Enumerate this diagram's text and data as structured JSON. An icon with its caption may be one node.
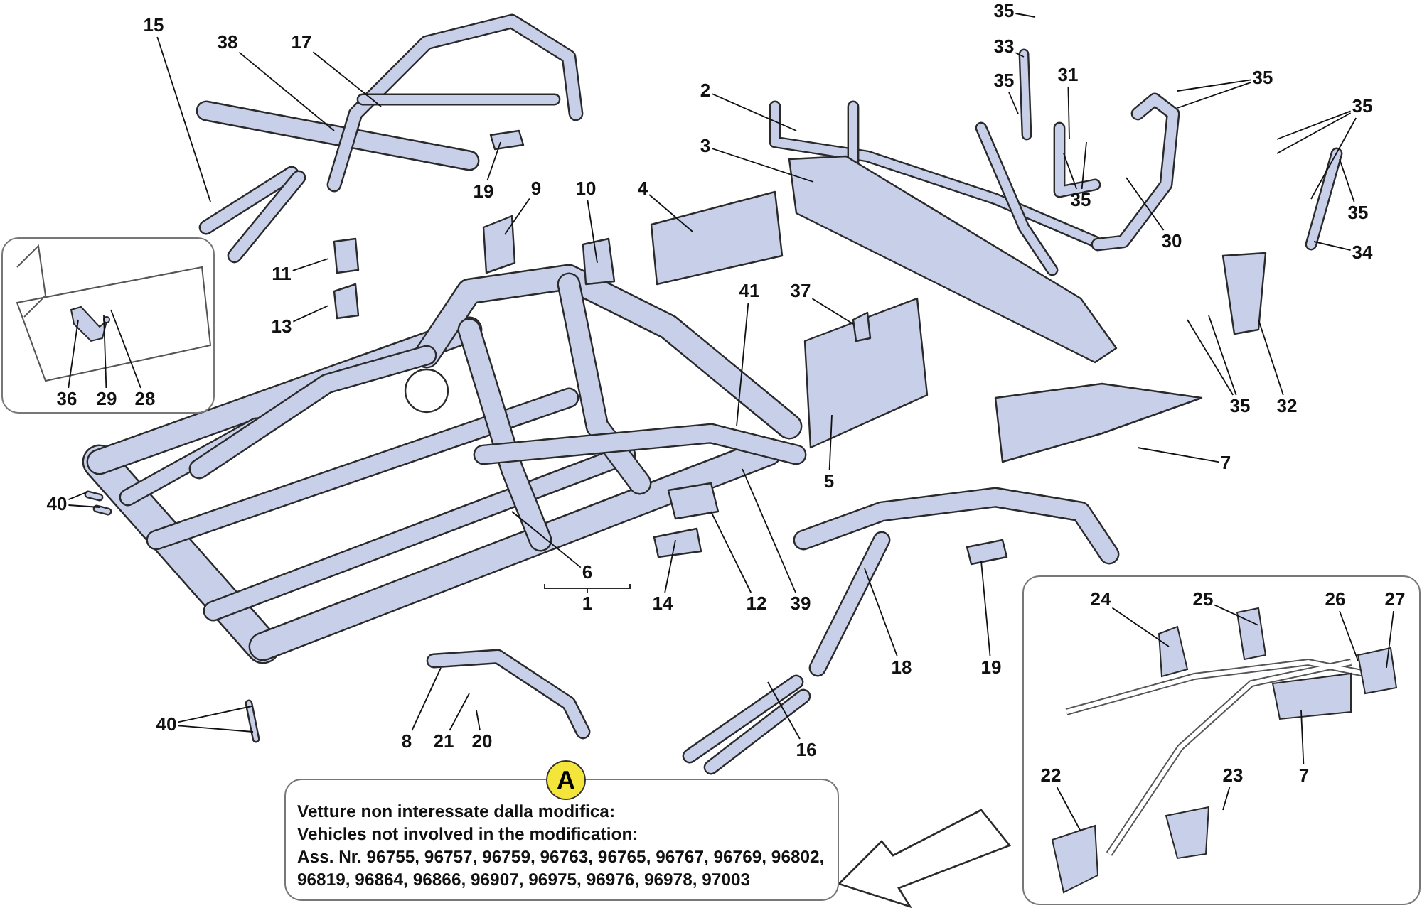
{
  "diagram": {
    "nodes": [
      {
        "text": [],
        "shape": "box"
      },
      {
        "text": [
          "36"
        ],
        "in": 0
      },
      {
        "text": [
          "29"
        ],
        "in": 0
      },
      {
        "text": [
          "28"
        ],
        "in": 0
      },
      {
        "text": [
          "15"
        ]
      },
      {
        "text": [
          "38"
        ]
      },
      {
        "text": [
          "17"
        ]
      },
      {
        "text": [
          "19"
        ]
      },
      {
        "text": [
          "9"
        ]
      },
      {
        "text": [
          "10"
        ]
      },
      {
        "text": [
          "11"
        ]
      },
      {
        "text": [
          "13"
        ]
      },
      {
        "text": [
          "4"
        ]
      },
      {
        "text": [
          "2"
        ]
      },
      {
        "text": [
          "3"
        ]
      },
      {
        "text": [
          "35"
        ]
      },
      {
        "text": [
          "33"
        ]
      },
      {
        "text": [
          "35"
        ]
      },
      {
        "text": [
          "31"
        ]
      },
      {
        "text": [
          "35"
        ]
      },
      {
        "text": [
          "35"
        ]
      },
      {
        "text": [
          "35"
        ]
      },
      {
        "text": [
          "30"
        ]
      },
      {
        "text": [
          "35"
        ]
      },
      {
        "text": [
          "34"
        ]
      },
      {
        "text": [
          "35"
        ]
      },
      {
        "text": [
          "32"
        ]
      },
      {
        "text": [
          "37"
        ]
      },
      {
        "text": [
          "41"
        ]
      },
      {
        "text": [
          "5"
        ]
      },
      {
        "text": [
          "7"
        ]
      },
      {
        "text": [
          "40"
        ]
      },
      {
        "text": [
          "6"
        ]
      },
      {
        "text": [
          "14"
        ]
      },
      {
        "text": [
          "12"
        ]
      },
      {
        "text": [
          "39"
        ]
      },
      {
        "text": [
          "18"
        ]
      },
      {
        "text": [
          "19"
        ]
      },
      {
        "text": [
          "16"
        ]
      },
      {
        "text": [
          "8"
        ]
      },
      {
        "text": [
          "21"
        ]
      },
      {
        "text": [
          "20"
        ]
      },
      {
        "text": [
          "40"
        ]
      },
      {
        "text": [],
        "shape": "box"
      },
      {
        "text": [
          "24"
        ],
        "in": 43
      },
      {
        "text": [
          "25"
        ],
        "in": 43
      },
      {
        "text": [
          "26"
        ],
        "in": 43
      },
      {
        "text": [
          "27"
        ],
        "in": 43
      },
      {
        "text": [
          "7"
        ],
        "in": 43
      },
      {
        "text": [
          "22"
        ],
        "in": 43
      },
      {
        "text": [
          "23"
        ],
        "in": 43
      },
      {
        "text": [
          "Vetture non interessate dalla modifica:",
          "Vehicles not involved in the modification:",
          "Ass. Nr. 96755, 96757, 96759, 96763, 96765, 96767, 96769, 96802, 96819, 96864, 96866, 96907, 96975, 96976, 96978, 97003"
        ]
      },
      {
        "text": [
          "A"
        ]
      }
    ],
    "edges": [
      {
        "from": 1,
        "to": null,
        "arrow": "none"
      },
      {
        "from": 2,
        "to": null,
        "arrow": "none"
      },
      {
        "from": 3,
        "to": null,
        "arrow": "none"
      },
      {
        "from": 4,
        "to": null,
        "arrow": "none"
      },
      {
        "from": 5,
        "to": null,
        "arrow": "none"
      },
      {
        "from": 6,
        "to": null,
        "arrow": "none"
      },
      {
        "from": 7,
        "to": null,
        "arrow": "none"
      },
      {
        "from": 8,
        "to": null,
        "arrow": "none"
      },
      {
        "from": 9,
        "to": null,
        "arrow": "none"
      },
      {
        "from": 10,
        "to": null,
        "arrow": "none"
      },
      {
        "from": 11,
        "to": null,
        "arrow": "none"
      },
      {
        "from": 12,
        "to": null,
        "arrow": "none"
      },
      {
        "from": 13,
        "to": null,
        "arrow": "none"
      },
      {
        "from": 14,
        "to": null,
        "arrow": "none"
      },
      {
        "from": 15,
        "to": null,
        "arrow": "none"
      },
      {
        "from": 16,
        "to": null,
        "arrow": "none"
      },
      {
        "from": 17,
        "to": null,
        "arrow": "none"
      },
      {
        "from": 18,
        "to": null,
        "arrow": "none"
      },
      {
        "from": 19,
        "to": null,
        "arrow": "none"
      },
      {
        "from": 19,
        "to": null,
        "arrow": "none"
      },
      {
        "from": 20,
        "to": null,
        "arrow": "none"
      },
      {
        "from": 20,
        "to": null,
        "arrow": "none"
      },
      {
        "from": 21,
        "to": null,
        "arrow": "none"
      },
      {
        "from": 21,
        "to": null,
        "arrow": "none"
      },
      {
        "from": 21,
        "to": null,
        "arrow": "none"
      },
      {
        "from": 22,
        "to": null,
        "arrow": "none"
      },
      {
        "from": 23,
        "to": null,
        "arrow": "none"
      },
      {
        "from": 24,
        "to": null,
        "arrow": "none"
      },
      {
        "from": 25,
        "to": null,
        "arrow": "none"
      },
      {
        "from": 25,
        "to": null,
        "arrow": "none"
      },
      {
        "from": 26,
        "to": null,
        "arrow": "none"
      },
      {
        "from": 27,
        "to": null,
        "arrow": "none"
      },
      {
        "from": 28,
        "to": null,
        "arrow": "none"
      },
      {
        "from": 29,
        "to": null,
        "arrow": "none"
      },
      {
        "from": 30,
        "to": null,
        "arrow": "none"
      },
      {
        "from": 31,
        "to": null,
        "arrow": "none"
      },
      {
        "from": 31,
        "to": null,
        "arrow": "none"
      },
      {
        "from": 32,
        "to": null,
        "arrow": "none"
      },
      {
        "from": 33,
        "to": null,
        "arrow": "none"
      },
      {
        "from": 34,
        "to": null,
        "arrow": "none"
      },
      {
        "from": 35,
        "to": null,
        "arrow": "none"
      },
      {
        "from": 36,
        "to": null,
        "arrow": "none"
      },
      {
        "from": 37,
        "to": null,
        "arrow": "none"
      },
      {
        "from": 38,
        "to": null,
        "arrow": "none"
      },
      {
        "from": 39,
        "to": null,
        "arrow": "none"
      },
      {
        "from": 40,
        "to": null,
        "arrow": "none"
      },
      {
        "from": 41,
        "to": null,
        "arrow": "none"
      },
      {
        "from": 42,
        "to": null,
        "arrow": "none"
      },
      {
        "from": 42,
        "to": null,
        "arrow": "none"
      },
      {
        "from": 44,
        "to": null,
        "arrow": "none"
      },
      {
        "from": 45,
        "to": null,
        "arrow": "none"
      },
      {
        "from": 46,
        "to": null,
        "arrow": "none"
      },
      {
        "from": 47,
        "to": null,
        "arrow": "none"
      },
      {
        "from": 48,
        "to": null,
        "arrow": "none"
      },
      {
        "from": 49,
        "to": null,
        "arrow": "none"
      },
      {
        "from": 50,
        "to": null,
        "arrow": "none"
      }
    ],
    "labels": [
      "1"
    ]
  }
}
